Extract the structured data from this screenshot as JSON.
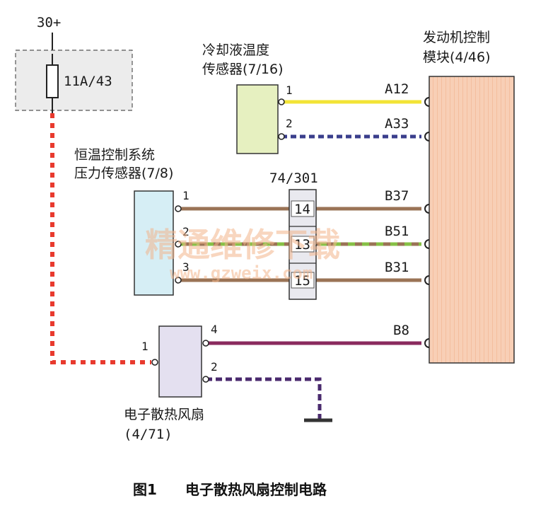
{
  "supply": {
    "label": "30+"
  },
  "fuse": {
    "label": "11A/43"
  },
  "coolant_sensor": {
    "label_line1": "冷却液温度",
    "label_line2": "传感器(7/16)",
    "pin1": "1",
    "pin2": "2"
  },
  "pressure_sensor": {
    "label_line1": "恒温控制系统",
    "label_line2": "压力传感器(7/8)",
    "pin1": "1",
    "pin2": "2",
    "pin3": "3"
  },
  "connector": {
    "label": "74/301",
    "pins": [
      "14",
      "13",
      "15"
    ]
  },
  "ecm": {
    "label_line1": "发动机控制",
    "label_line2": "模块(4/46)",
    "pins": [
      "A12",
      "A33",
      "B37",
      "B51",
      "B31",
      "B8"
    ]
  },
  "fan": {
    "label_line1": "电子散热风扇",
    "label_line2": "(4/71)",
    "pin1": "1",
    "pin2": "2",
    "pin4": "4"
  },
  "caption": {
    "fig": "图1",
    "title": "电子散热风扇控制电路"
  },
  "watermark": {
    "line1": "精通维修下载",
    "line2": "www.gzweix.com"
  },
  "colors": {
    "ecm_fill": "#f8cfb6",
    "coolant_fill": "#e6f0c0",
    "pressure_fill": "#d6eef5",
    "fan_fill": "#e4e0f0",
    "fuse_box": "#ececec",
    "wire_yellow": "#f2e436",
    "wire_blue_dash": "#3a3e8c",
    "wire_brown": "#9a7355",
    "wire_green": "#86c046",
    "wire_red": "#e83a2e",
    "wire_purple": "#8a2a5e",
    "wire_ground_purple": "#4a2a6e",
    "ground": "#333333"
  }
}
